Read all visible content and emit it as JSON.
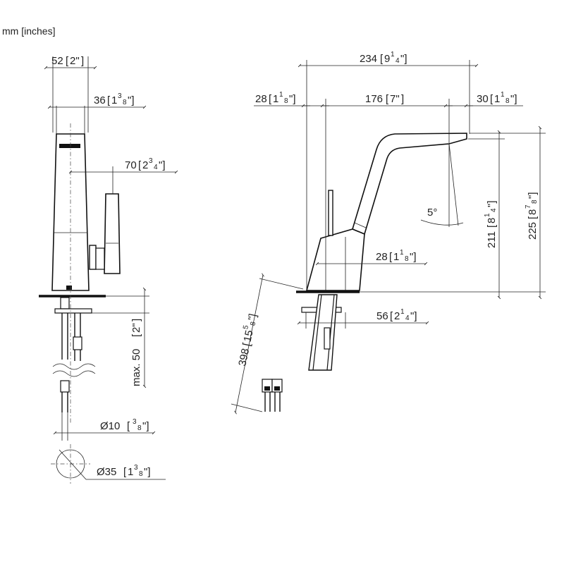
{
  "units_label": "mm [inches]",
  "front_view": {
    "dim_width_total": {
      "mm": "52",
      "in_whole": "2\""
    },
    "dim_width_body": {
      "mm": "36",
      "in_whole": "1",
      "in_num": "3",
      "in_den": "8"
    },
    "dim_lever": {
      "mm": "70",
      "in_whole": "2",
      "in_num": "3",
      "in_den": "4"
    },
    "dim_max_deck": {
      "prefix": "max. 50",
      "in_whole": "2\""
    },
    "dim_hose_dia": {
      "mm": "Ø10",
      "in_num": "3",
      "in_den": "8"
    },
    "dim_hole_dia": {
      "mm": "Ø35",
      "in_whole": "1",
      "in_num": "3",
      "in_den": "8"
    }
  },
  "side_view": {
    "dim_overall_reach": {
      "mm": "234",
      "in_whole": "9",
      "in_num": "1",
      "in_den": "4"
    },
    "dim_back": {
      "mm": "28",
      "in_whole": "1",
      "in_num": "1",
      "in_den": "8"
    },
    "dim_spout_reach": {
      "mm": "176",
      "in_whole": "7\""
    },
    "dim_spout_tip": {
      "mm": "30",
      "in_whole": "1",
      "in_num": "1",
      "in_den": "8"
    },
    "dim_spout_height": {
      "mm": "211",
      "in_whole": "8",
      "in_num": "1",
      "in_den": "4"
    },
    "dim_total_height": {
      "mm": "225",
      "in_whole": "8",
      "in_num": "7",
      "in_den": "8"
    },
    "dim_angle": {
      "text": "5°"
    },
    "dim_base_depth": {
      "mm": "28",
      "in_whole": "1",
      "in_num": "1",
      "in_den": "8"
    },
    "dim_base_width": {
      "mm": "56",
      "in_whole": "2",
      "in_num": "1",
      "in_den": "4"
    },
    "dim_hose_length": {
      "mm": "398",
      "in_whole": "15",
      "in_num": "5",
      "in_den": "8"
    }
  }
}
